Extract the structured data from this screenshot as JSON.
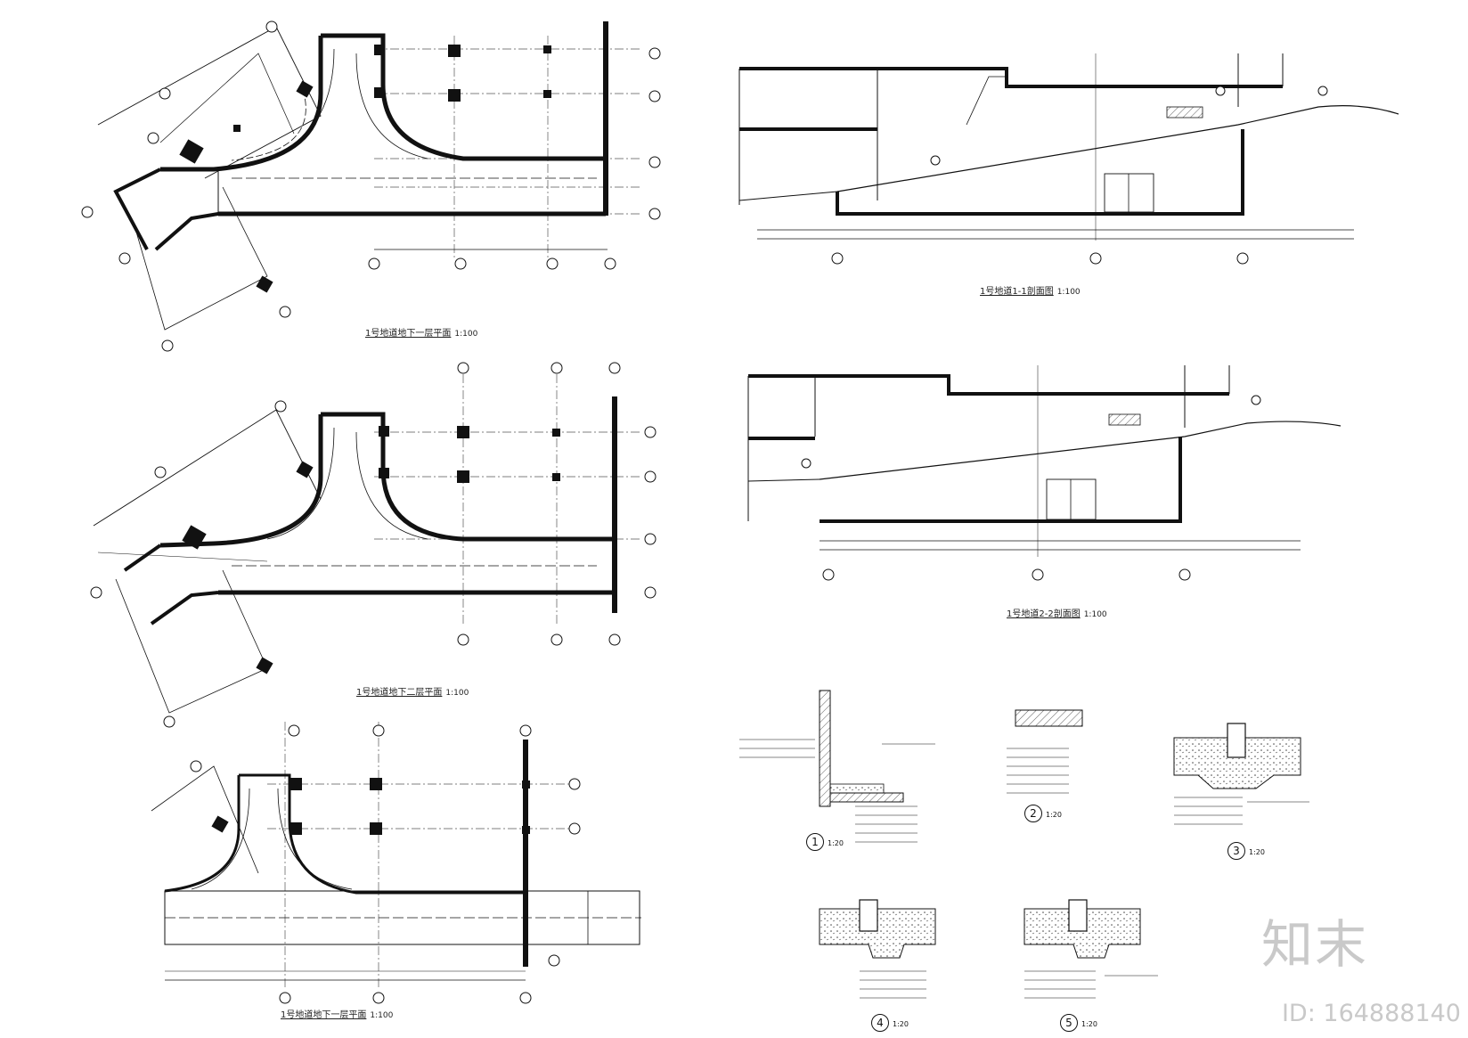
{
  "drawing_titles": {
    "plan_1": "1号地道地下一层平面",
    "plan_1_scale": "1:100",
    "section_1": "1号地道1-1剖面图",
    "section_1_scale": "1:100",
    "plan_2": "1号地道地下二层平面",
    "plan_2_scale": "1:100",
    "section_2": "1号地道2-2剖面图",
    "section_2_scale": "1:100",
    "plan_3": "1号地道地下一层平面",
    "plan_3_scale": "1:100"
  },
  "details": [
    {
      "num": "1",
      "scale": "1:20"
    },
    {
      "num": "2",
      "scale": "1:20"
    },
    {
      "num": "3",
      "scale": "1:20"
    },
    {
      "num": "4",
      "scale": "1:20"
    },
    {
      "num": "5",
      "scale": "1:20"
    }
  ],
  "watermark": {
    "logo": "知末",
    "id": "ID: 164888140"
  }
}
